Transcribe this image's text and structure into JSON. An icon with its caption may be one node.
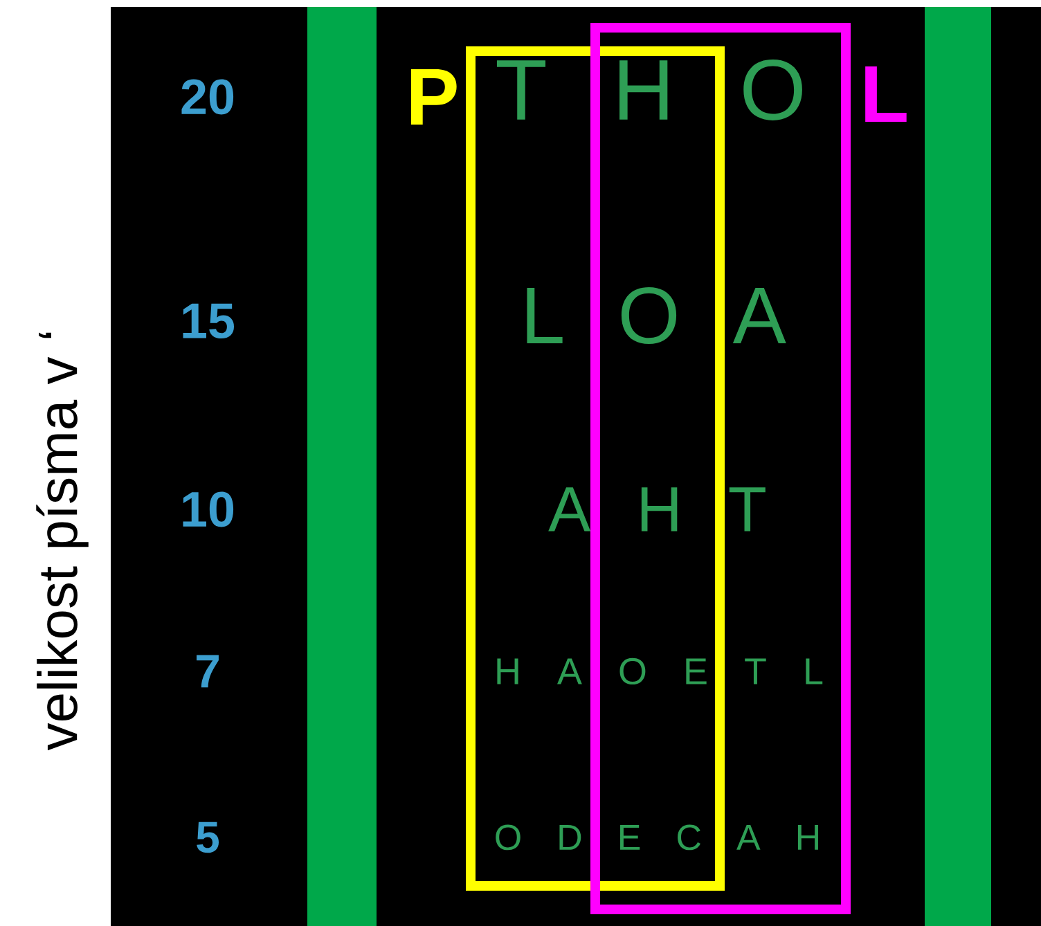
{
  "diagram": {
    "nodes": [
      {
        "text": [
          "P"
        ]
      },
      {
        "text": [
          "L"
        ]
      }
    ],
    "edges": [],
    "labels": [
      "velikost písma v ‘",
      "20",
      "T H O",
      "15",
      "L O A",
      "10",
      "A H T",
      "7",
      "H A O E T L",
      "5",
      "O D E C A H"
    ]
  }
}
